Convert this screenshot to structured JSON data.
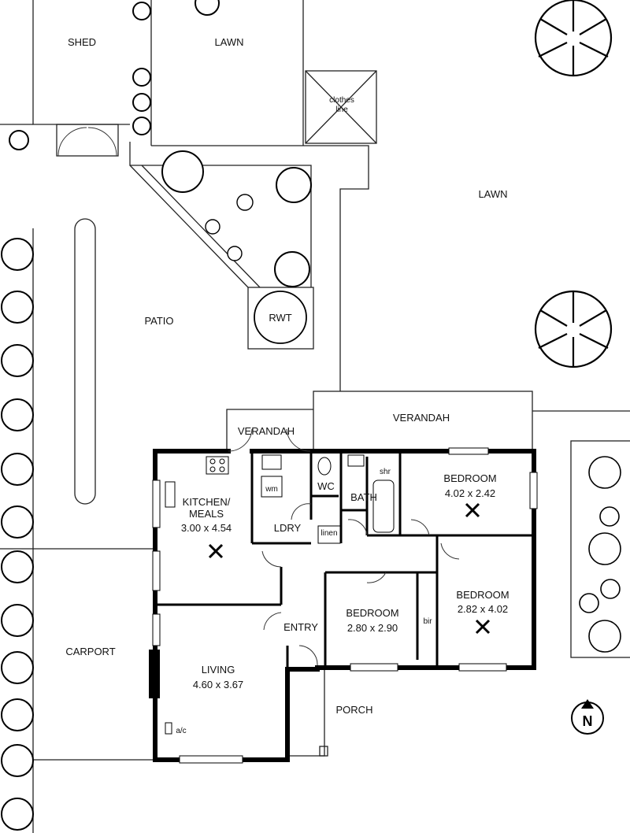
{
  "plan": {
    "shed": "SHED",
    "lawn_top": "LAWN",
    "clothes_line_1": "clothes",
    "clothes_line_2": "line",
    "lawn_right": "LAWN",
    "patio": "PATIO",
    "rwt": "RWT",
    "verandah_small": "VERANDAH",
    "verandah_large": "VERANDAH",
    "kitchen_name_1": "KITCHEN/",
    "kitchen_name_2": "MEALS",
    "kitchen_size": "3.00 x 4.54",
    "wm": "wm",
    "wc": "WC",
    "shr": "shr",
    "bath": "BATH",
    "ldry": "LDRY",
    "linen": "linen",
    "bedroom1_name": "BEDROOM",
    "bedroom1_size": "4.02 x 2.42",
    "bedroom2_name": "BEDROOM",
    "bedroom2_size": "2.82 x 4.02",
    "bedroom3_name": "BEDROOM",
    "bedroom3_size": "2.80 x 2.90",
    "bir": "bir",
    "entry": "ENTRY",
    "living_name": "LIVING",
    "living_size": "4.60 x 3.67",
    "ac": "a/c",
    "carport": "CARPORT",
    "porch": "PORCH",
    "north": "N"
  }
}
